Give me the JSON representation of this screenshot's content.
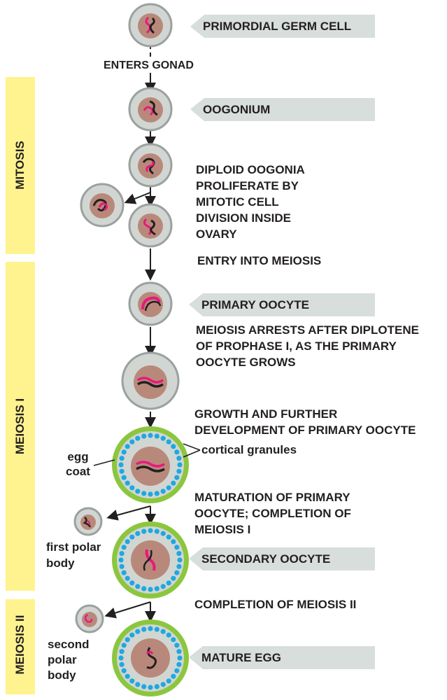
{
  "stages": {
    "mitosis": "MITOSIS",
    "meiosis1": "MEIOSIS I",
    "meiosis2": "MEIOSIS II"
  },
  "cell_labels": {
    "primordial": "PRIMORDIAL GERM CELL",
    "oogonium": "OOGONIUM",
    "primary_oocyte": "PRIMARY OOCYTE",
    "secondary_oocyte": "SECONDARY OOCYTE",
    "mature_egg": "MATURE EGG"
  },
  "notes": {
    "enters_gonad": "ENTERS GONAD",
    "diploid": [
      "DIPLOID OOGONIA",
      "PROLIFERATE BY",
      "MITOTIC CELL",
      "DIVISION INSIDE",
      "OVARY"
    ],
    "entry_meiosis": "ENTRY INTO MEIOSIS",
    "arrest": [
      "MEIOSIS ARRESTS AFTER DIPLOTENE",
      "OF PROPHASE I, AS THE PRIMARY",
      "OOCYTE GROWS"
    ],
    "growth": [
      "GROWTH AND FURTHER",
      "DEVELOPMENT OF PRIMARY OOCYTE"
    ],
    "maturation": [
      "MATURATION OF PRIMARY",
      "OOCYTE; COMPLETION OF",
      "MEIOSIS I"
    ],
    "completion2": "COMPLETION OF MEIOSIS II"
  },
  "small_labels": {
    "egg_coat": [
      "egg",
      "coat"
    ],
    "cortical_granules": "cortical granules",
    "first_polar": [
      "first polar",
      "body"
    ],
    "second_polar": [
      "second",
      "polar",
      "body"
    ]
  },
  "colors": {
    "stage_band": "#fff38f",
    "label_arrow": "#d7dedb",
    "cytoplasm": "#d1d6d3",
    "nucleus": "#b8897a",
    "chromosome_magenta": "#e8197c",
    "chromosome_black": "#231f20",
    "egg_coat": "#8cc63f",
    "cortical_granule": "#1fa8e0"
  }
}
